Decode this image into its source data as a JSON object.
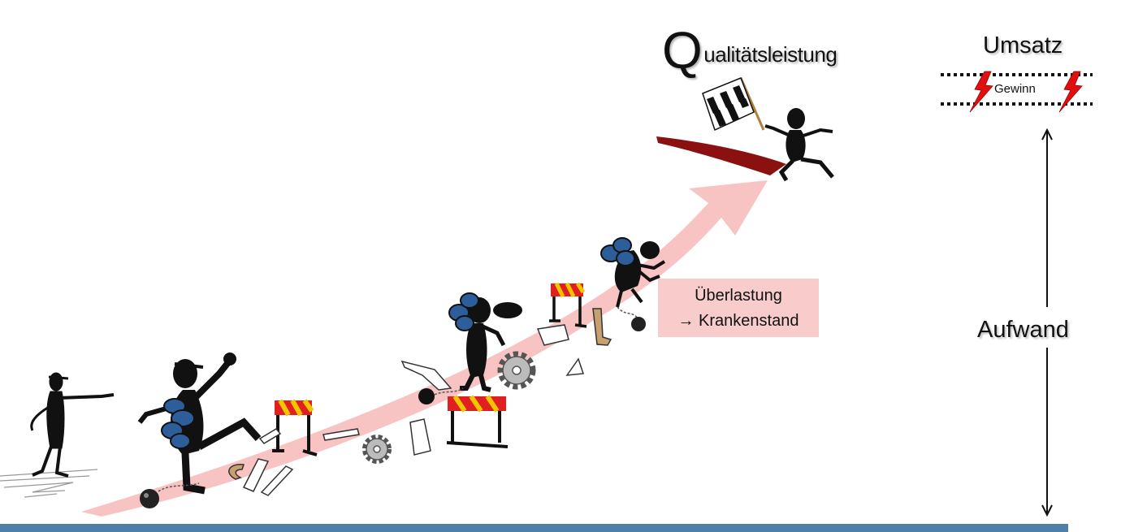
{
  "title": {
    "initial": "Q",
    "rest": "ualitätsleistung"
  },
  "revenue_label": "Umsatz",
  "profit_label": "Gewinn",
  "effort_label": "Aufwand",
  "callout": {
    "line1": "Überlastung",
    "line2": "→ Krankenstand"
  },
  "colors": {
    "arrow": "#f8c3c3",
    "finish_band": "#8b1010",
    "backpack": "#2e5e99",
    "barrier_stripe_a": "#f5c400",
    "barrier_stripe_b": "#e02020",
    "lightning": "#e01010",
    "bottom_bar": "#4f7ea8",
    "callout_bg": "#f9cccc"
  }
}
